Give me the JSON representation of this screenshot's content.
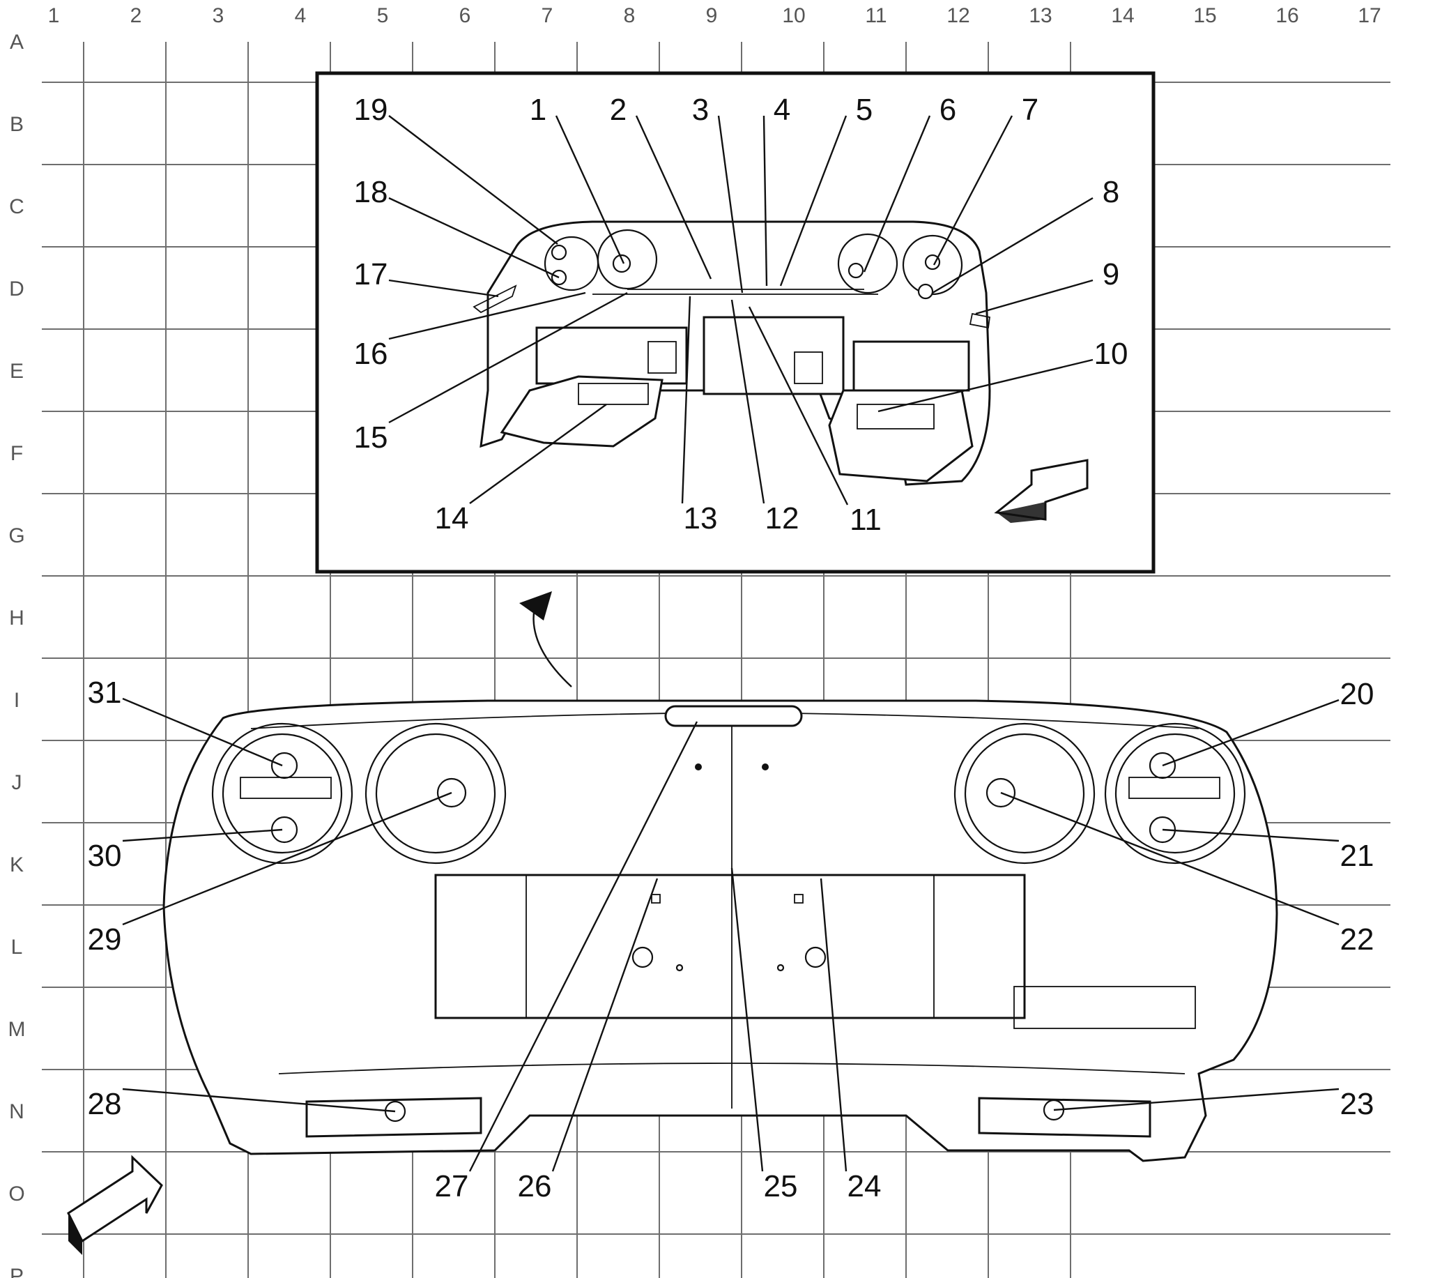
{
  "grid": {
    "columns": [
      "1",
      "2",
      "3",
      "4",
      "5",
      "6",
      "7",
      "8",
      "9",
      "10",
      "11",
      "12",
      "13",
      "14",
      "15",
      "16",
      "17"
    ],
    "rows": [
      "A",
      "B",
      "C",
      "D",
      "E",
      "F",
      "G",
      "H",
      "I",
      "J",
      "K",
      "L",
      "M",
      "N",
      "O",
      "P"
    ]
  },
  "inset_callouts": [
    "19",
    "1",
    "2",
    "3",
    "4",
    "5",
    "6",
    "7",
    "18",
    "8",
    "17",
    "9",
    "16",
    "10",
    "15",
    "14",
    "13",
    "12",
    "11"
  ],
  "main_callouts": [
    "31",
    "20",
    "30",
    "21",
    "29",
    "22",
    "28",
    "23",
    "27",
    "26",
    "25",
    "24"
  ]
}
